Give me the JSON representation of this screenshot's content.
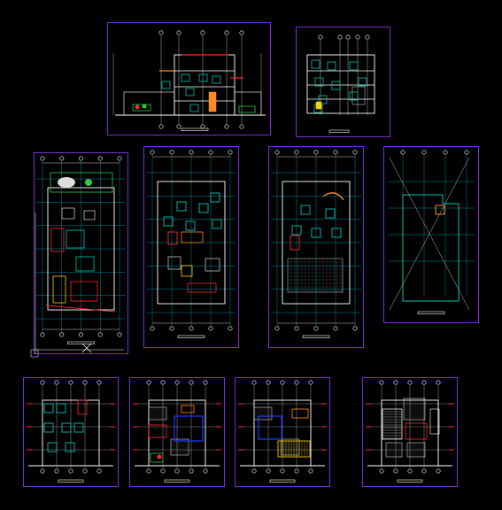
{
  "drawing": {
    "background": "#000000",
    "frame_color": "#7a2bd6",
    "line_colors": {
      "grid": "#00e5ff",
      "walls": "#ffffff",
      "cuts": "#ff2b2b",
      "fixtures": "#00c4b4",
      "landscape": "#2ecc40",
      "accent": "#ffd000",
      "fill_blue": "#1e3cff",
      "fill_orange": "#ff8c1a"
    },
    "sheets": [
      {
        "id": "section-a",
        "kind": "section"
      },
      {
        "id": "section-b",
        "kind": "section"
      },
      {
        "id": "plan-ground",
        "kind": "plan"
      },
      {
        "id": "plan-first",
        "kind": "plan"
      },
      {
        "id": "plan-second",
        "kind": "plan"
      },
      {
        "id": "plan-roof",
        "kind": "plan"
      },
      {
        "id": "elevation-1",
        "kind": "elevation"
      },
      {
        "id": "elevation-2",
        "kind": "elevation"
      },
      {
        "id": "elevation-3",
        "kind": "elevation"
      },
      {
        "id": "elevation-4",
        "kind": "elevation"
      }
    ]
  }
}
